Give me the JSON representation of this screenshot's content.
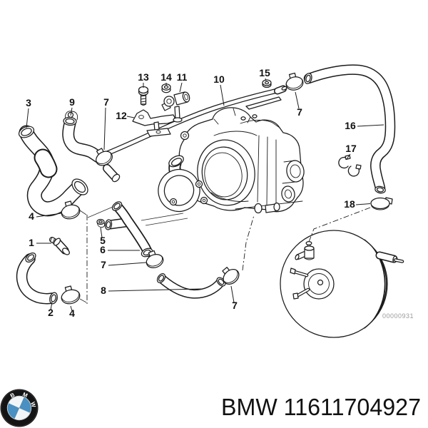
{
  "diagram": {
    "watermark": "00000931",
    "callouts": [
      {
        "label": "3"
      },
      {
        "label": "9"
      },
      {
        "label": "7"
      },
      {
        "label": "13"
      },
      {
        "label": "14"
      },
      {
        "label": "11"
      },
      {
        "label": "12"
      },
      {
        "label": "10"
      },
      {
        "label": "15"
      },
      {
        "label": "7"
      },
      {
        "label": "16"
      },
      {
        "label": "17"
      },
      {
        "label": "18"
      },
      {
        "label": "4"
      },
      {
        "label": "1"
      },
      {
        "label": "5"
      },
      {
        "label": "6"
      },
      {
        "label": "7"
      },
      {
        "label": "8"
      },
      {
        "label": "2"
      },
      {
        "label": "4"
      },
      {
        "label": "7"
      }
    ]
  },
  "footer": {
    "text": "BMW 11611704927",
    "logo_letters": [
      "B",
      "M",
      "W"
    ],
    "logo_colors": {
      "ring": "#141414",
      "blue": "#4a90c2",
      "white": "#f2f5f7"
    }
  }
}
